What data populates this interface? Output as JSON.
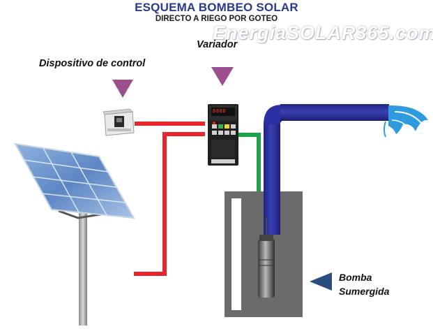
{
  "title": "ESQUEMA BOMBEO SOLAR",
  "subtitle": "DIRECTO A RIEGO POR GOTEO",
  "watermark": "EnergiaSOLAR365.com",
  "labels": {
    "control_device": "Dispositivo de control",
    "variator": "Variador",
    "pump_line1": "Bomba",
    "pump_line2": "Sumergida"
  },
  "variator_display": "8888",
  "colors": {
    "title": "#2a3a8c",
    "marker": "#9b4f8e",
    "pump_marker": "#2a4c80",
    "red_wire": "#e8262b",
    "green_wire": "#1ea24a",
    "pipe": "#2a2e9a",
    "water": "#2e9be0",
    "well": "#6b6b6b"
  }
}
